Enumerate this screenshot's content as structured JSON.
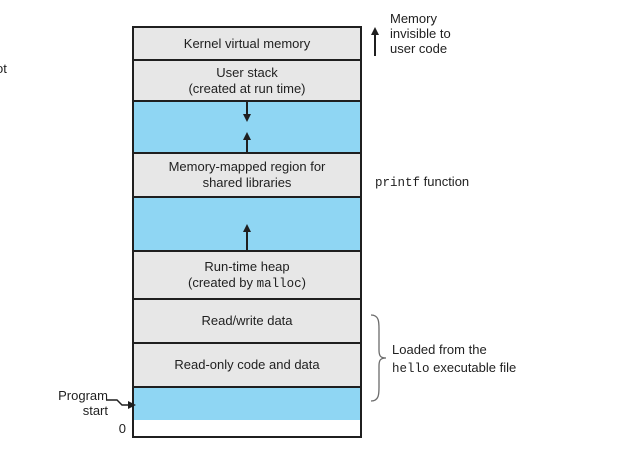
{
  "colors": {
    "region-blue": "#8fd6f3",
    "region-gray": "#e7e7e7",
    "ink": "#1f1f1f",
    "brace": "#6b6b6b"
  },
  "memory_map": {
    "kernel": {
      "line1": "Kernel virtual memory"
    },
    "user_stack": {
      "line1": "User stack",
      "line2": "(created at run time)"
    },
    "mmap": {
      "line1": "Memory-mapped region for",
      "line2": "shared libraries"
    },
    "heap": {
      "line1": "Run-time heap",
      "line2_pre": "(created by ",
      "line2_mono": "malloc",
      "line2_post": ")"
    },
    "rw_data": {
      "line1": "Read/write data"
    },
    "ro_code": {
      "line1": "Read-only code and data"
    },
    "zero_label": "0"
  },
  "annotations": {
    "memory_invisible": {
      "line1": "Memory",
      "line2": "invisible to",
      "line3": "user code"
    },
    "printf_note": {
      "mono": "printf",
      "rest": " function"
    },
    "loaded_note": {
      "line1": "Loaded from the",
      "line2_mono": "hello",
      "line2_rest": " executable file"
    },
    "program_start": {
      "line1": "Program",
      "line2": "start"
    },
    "left_edge_fragment": "ot"
  }
}
